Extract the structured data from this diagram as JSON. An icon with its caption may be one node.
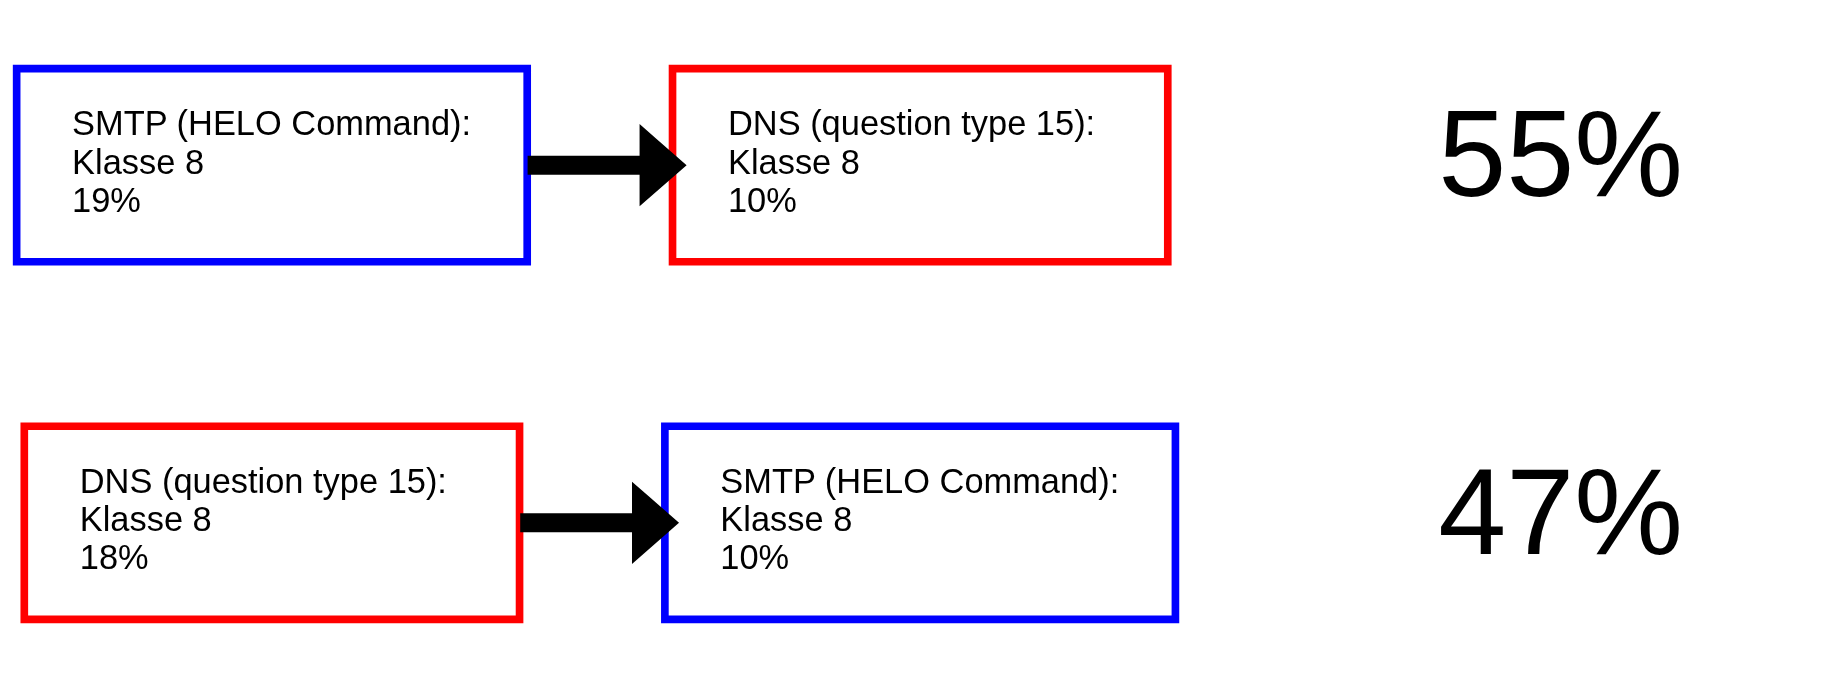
{
  "diagram": {
    "nodes": [
      {
        "text": [
          "SMTP (HELO Command):",
          "Klasse 8",
          "19%"
        ]
      },
      {
        "text": [
          "DNS (question type 15):",
          "Klasse 8",
          "10%"
        ]
      },
      {
        "text": [
          "DNS (question type 15):",
          "Klasse 8",
          "18%"
        ]
      },
      {
        "text": [
          "SMTP (HELO Command):",
          "Klasse 8",
          "10%"
        ]
      }
    ],
    "edges": [
      {
        "from": 0,
        "to": 1,
        "arrow": "to"
      },
      {
        "from": 2,
        "to": 3,
        "arrow": "to"
      }
    ],
    "labels": [
      "55%",
      "47%"
    ]
  }
}
